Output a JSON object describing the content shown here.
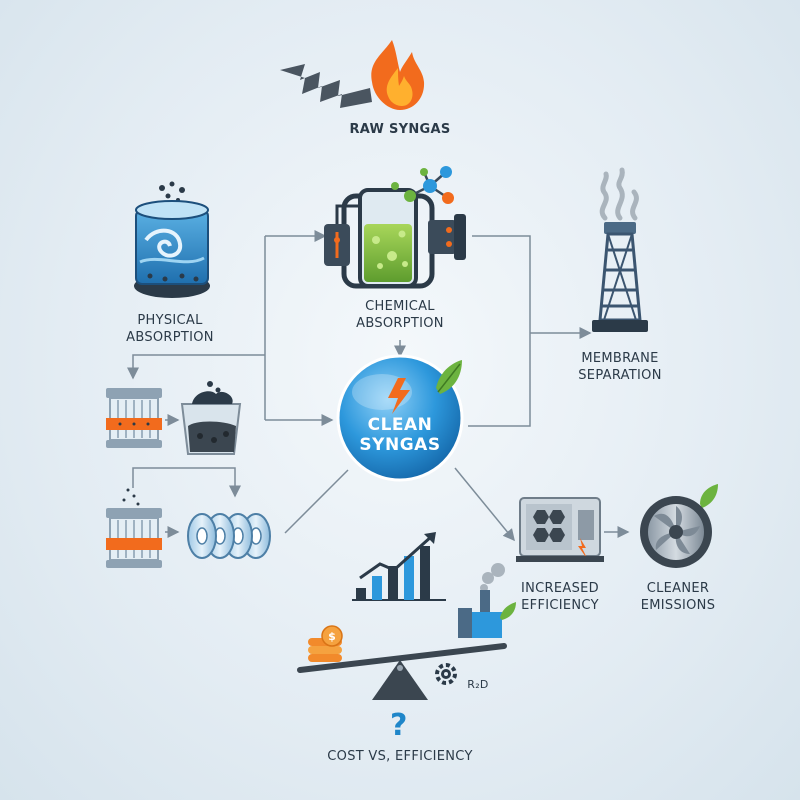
{
  "nodes": {
    "raw_syngas": "RAW SYNGAS",
    "physical_absorption": "PHYSICAL\nABSORPTION",
    "chemical_absorption": "CHEMICAL\nABSORPTION",
    "membrane_separation": "MEMBRANE\nSEPARATION",
    "clean_syngas": [
      "CLEAN",
      "SYNGAS"
    ],
    "increased_efficiency": "INCREASED\nEFFICIENCY",
    "cleaner_emissions": "CLEANER\nEMISSIONS",
    "cost_vs_efficiency": "COST VS, EFFICIENCY",
    "rd": "R₂D",
    "question": "?"
  },
  "icons": [
    "flame-icon",
    "absorber-tank-icon",
    "reactor-icon",
    "molecule-icon",
    "stack-tower-icon",
    "filter-cartridge-icon",
    "bucket-icon",
    "membrane-discs-icon",
    "growth-chart-icon",
    "engine-module-icon",
    "turbine-icon",
    "leaf-icon",
    "coin-stack-icon",
    "factory-icon",
    "balance-scale-icon",
    "gear-icon",
    "question-icon"
  ],
  "colors": {
    "accent_blue": "#1f86c9",
    "flame_orange": "#f26b1d",
    "leaf_green": "#6cb33f",
    "arrow_gray": "#7d8c99",
    "text_dark": "#2b3a48"
  }
}
